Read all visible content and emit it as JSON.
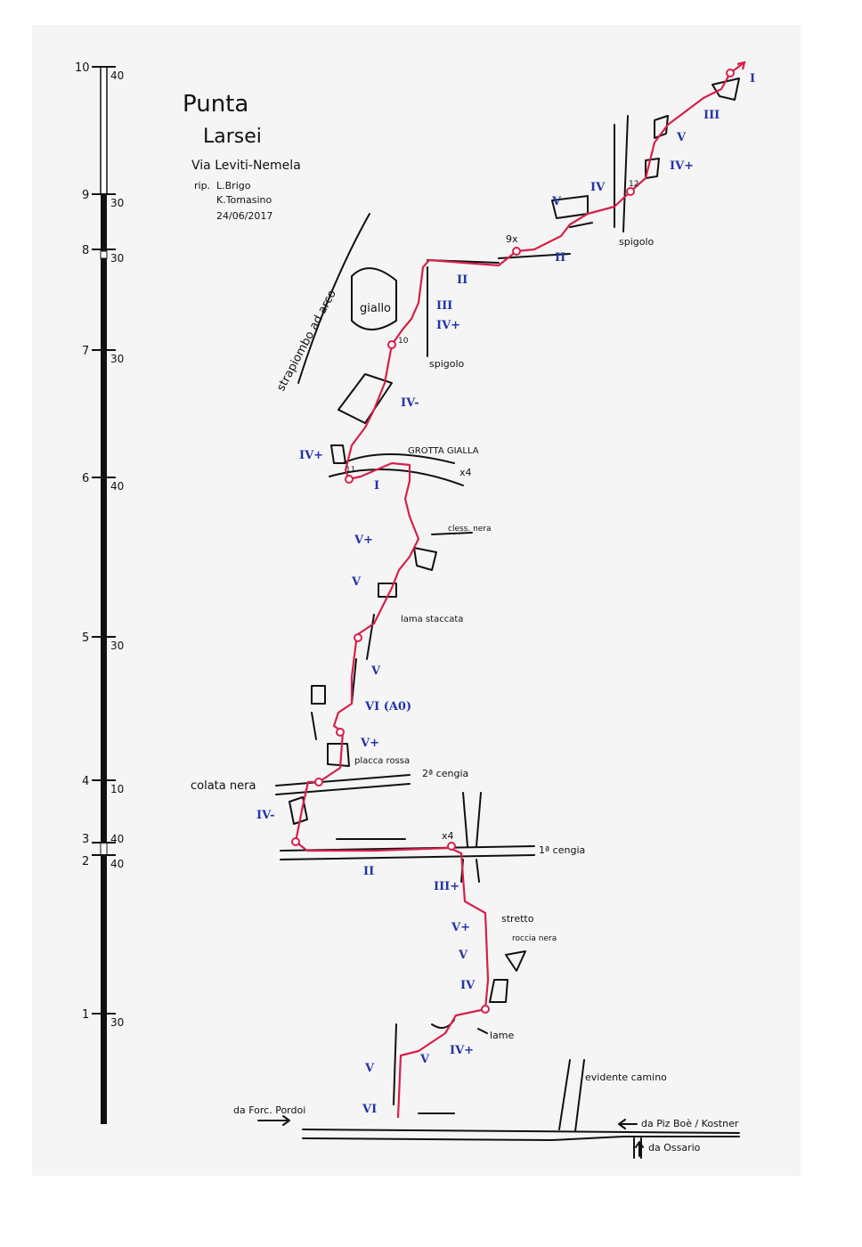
{
  "title": {
    "line1": "Punta",
    "line2": "Larsei",
    "route": "Via Leviti-Nemela",
    "credit_prefix": "rip.",
    "author1": "L.Brigo",
    "author2": "K.Tomasino",
    "date": "24/06/2017"
  },
  "scale": {
    "ticks": [
      {
        "major": "10",
        "minor": "40"
      },
      {
        "major": "9",
        "minor": "30"
      },
      {
        "major": "8",
        "minor": "30"
      },
      {
        "major": "7",
        "minor": "30"
      },
      {
        "major": "6",
        "minor": "40"
      },
      {
        "major": "5",
        "minor": "30"
      },
      {
        "major": "4",
        "minor": "10"
      },
      {
        "major": "3",
        "minor": "40"
      },
      {
        "major": "2",
        "minor": "40"
      },
      {
        "major": "1",
        "minor": "30"
      }
    ]
  },
  "grades": [
    "I",
    "III",
    "IV+",
    "V",
    "V",
    "IV",
    "II",
    "II",
    "III",
    "IV+",
    "IV-",
    "IV+",
    "I",
    "V+",
    "V",
    "V",
    "VI (A0)",
    "V+",
    "IV-",
    "II",
    "III+",
    "V+",
    "V",
    "IV",
    "IV+",
    "V",
    "V",
    "VI"
  ],
  "labels": {
    "strapiombo": "strapiombo ad arco",
    "giallo": "giallo",
    "spigolo1": "spigolo",
    "spigolo2": "spigolo",
    "grotta": "GROTTA GIALLA",
    "clessidra": "cless. nera",
    "lama": "lama staccata",
    "placca": "placca rossa",
    "cengia2": "2ª cengia",
    "cengia1": "1ª cengia",
    "colata": "colata nera",
    "stretto": "stretto",
    "roccia": "roccia nera",
    "lame": "lame",
    "camino": "evidente camino",
    "forcella": "da Forc. Pordoi",
    "piz": "da Piz Boè / Kostner",
    "ossario": "da Ossario",
    "x4a": "x4",
    "x4b": "x4",
    "b9x": "9x",
    "b12": "12",
    "b10": "10",
    "b11": "11"
  },
  "colors": {
    "route": "#d6204a",
    "grade": "#2233aa",
    "ink": "#111111"
  }
}
